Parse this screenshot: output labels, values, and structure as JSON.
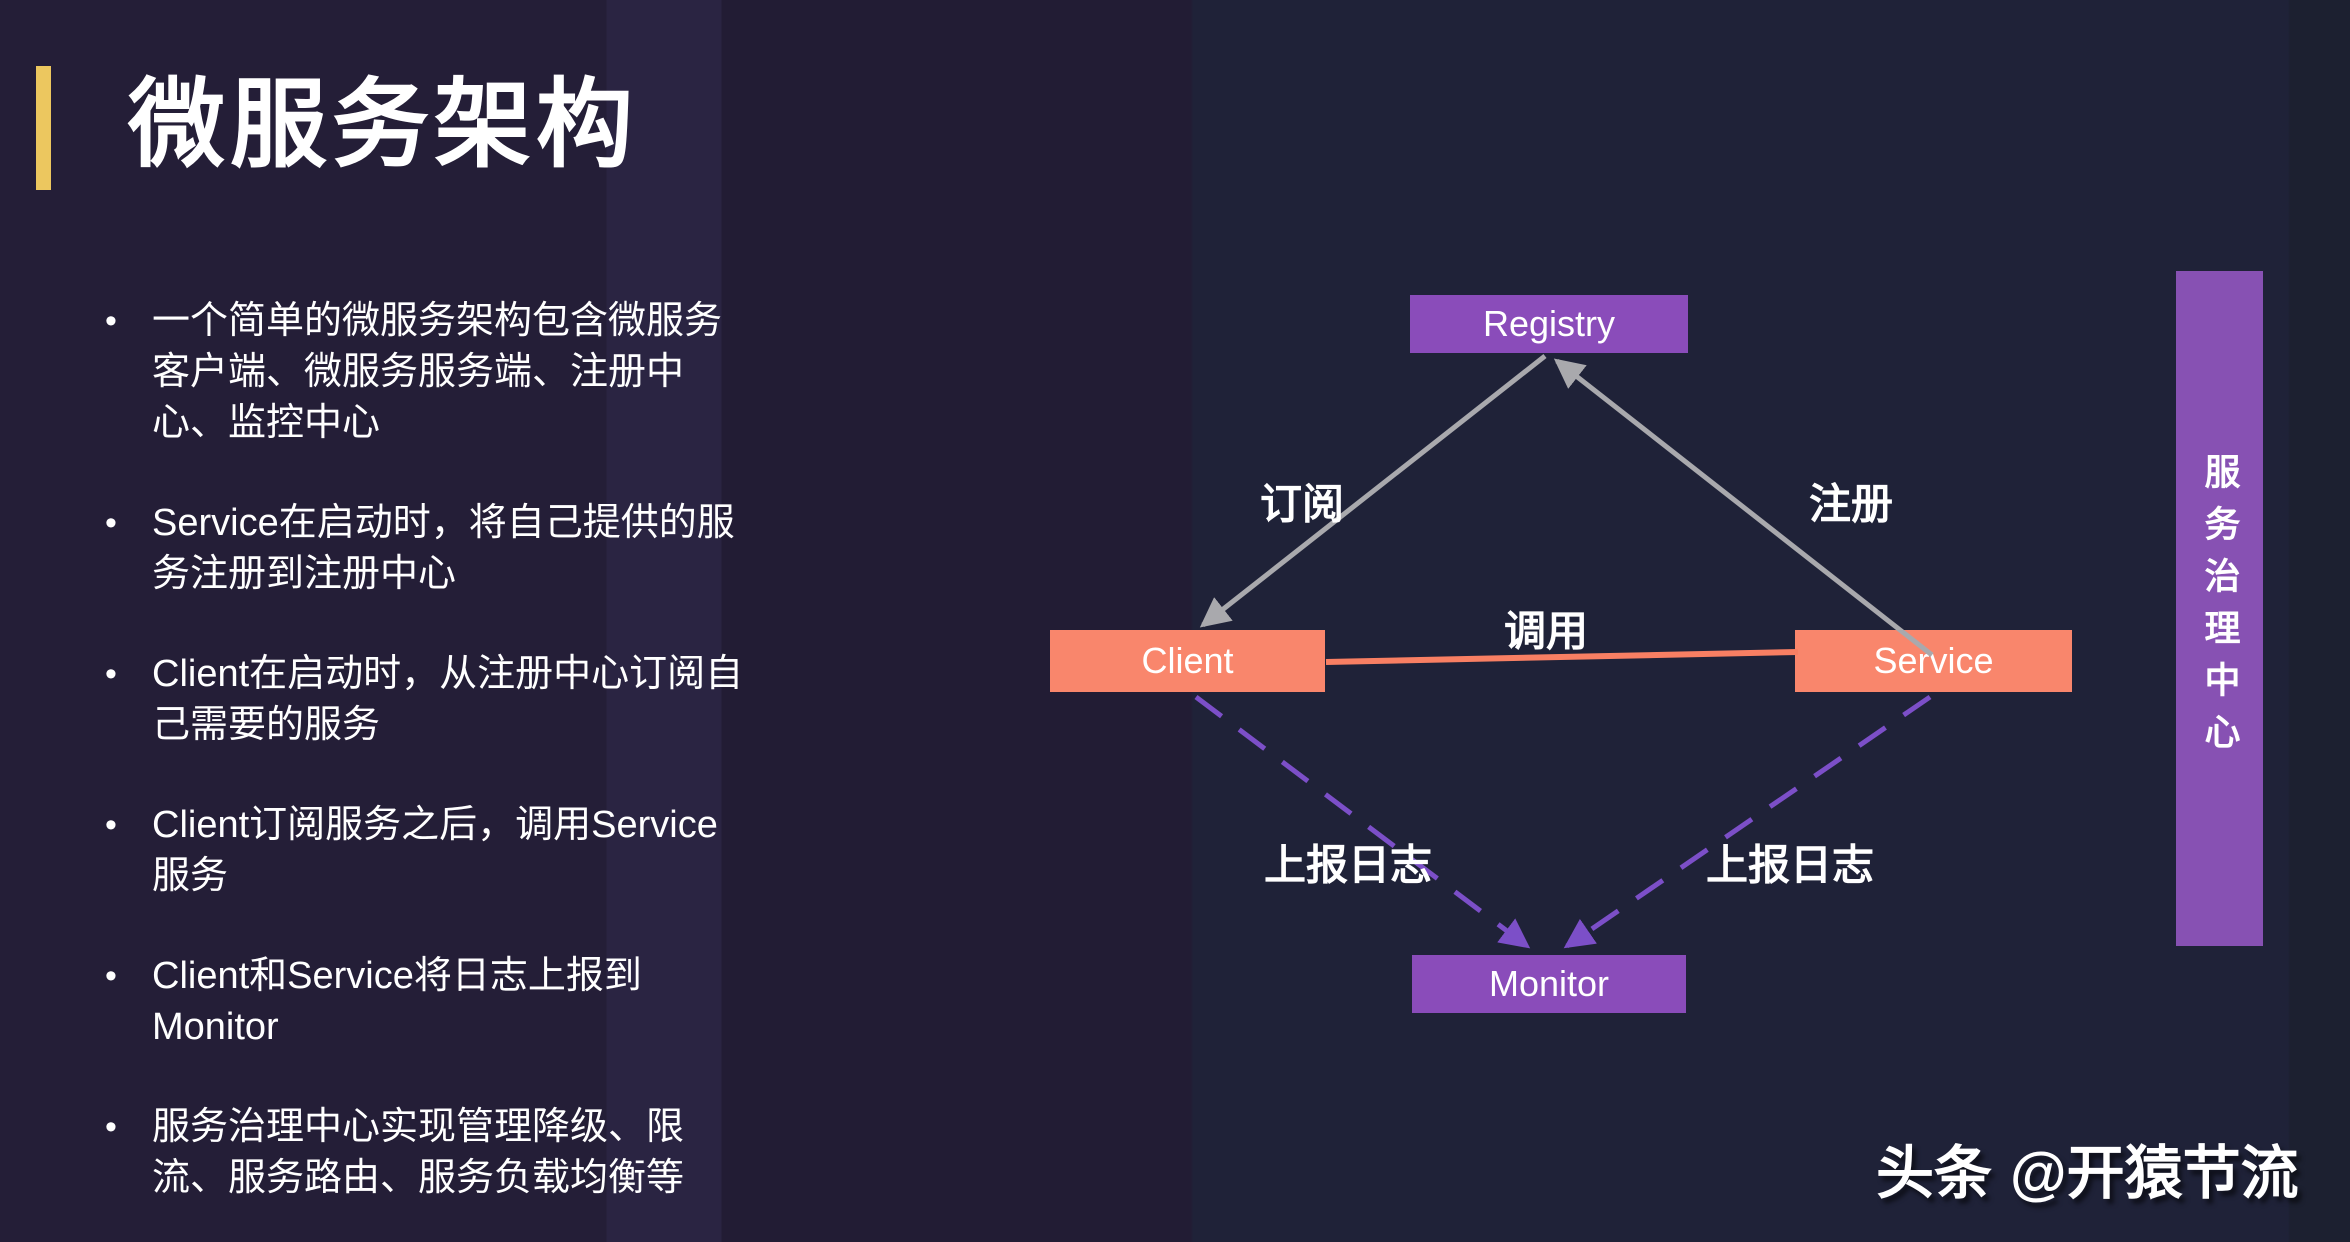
{
  "title": "微服务架构",
  "bullet_glyph": "•",
  "bullets": [
    {
      "lines": [
        "一个简单的微服务架构包含微服务",
        "客户端、微服务服务端、注册中",
        "心、监控中心"
      ]
    },
    {
      "lines": [
        "Service在启动时，将自己提供的服",
        "务注册到注册中心"
      ]
    },
    {
      "lines": [
        "Client在启动时，从注册中心订阅自",
        "己需要的服务"
      ]
    },
    {
      "lines": [
        "Client订阅服务之后，调用Service",
        "服务"
      ]
    },
    {
      "lines": [
        "Client和Service将日志上报到",
        "Monitor"
      ]
    },
    {
      "lines": [
        "服务治理中心实现管理降级、限",
        "流、服务路由、服务负载均衡等"
      ]
    }
  ],
  "diagram": {
    "nodes": {
      "registry": "Registry",
      "client": "Client",
      "service": "Service",
      "monitor": "Monitor"
    },
    "edges": {
      "subscribe": "订阅",
      "register": "注册",
      "invoke": "调用",
      "report_left": "上报日志",
      "report_right": "上报日志"
    },
    "governance_bar": "服务治理中心"
  },
  "watermark": {
    "brand": "头条",
    "handle": "@开猿节流"
  },
  "colors": {
    "bg_left": "#241e37",
    "bg_band": "#2a2442",
    "bg_dark": "#221c34",
    "bg_right": "#1f2238",
    "bg_edge": "#1c2030",
    "accent_yellow": "#ecc75f",
    "node_purple": "#8a4cba",
    "bar_purple": "#8751b3",
    "node_salmon": "#f9866c",
    "line_gray": "#a9a9ad",
    "line_purple": "#7c4fc8",
    "line_salmon": "#f87f63",
    "text_white": "#ffffff"
  }
}
